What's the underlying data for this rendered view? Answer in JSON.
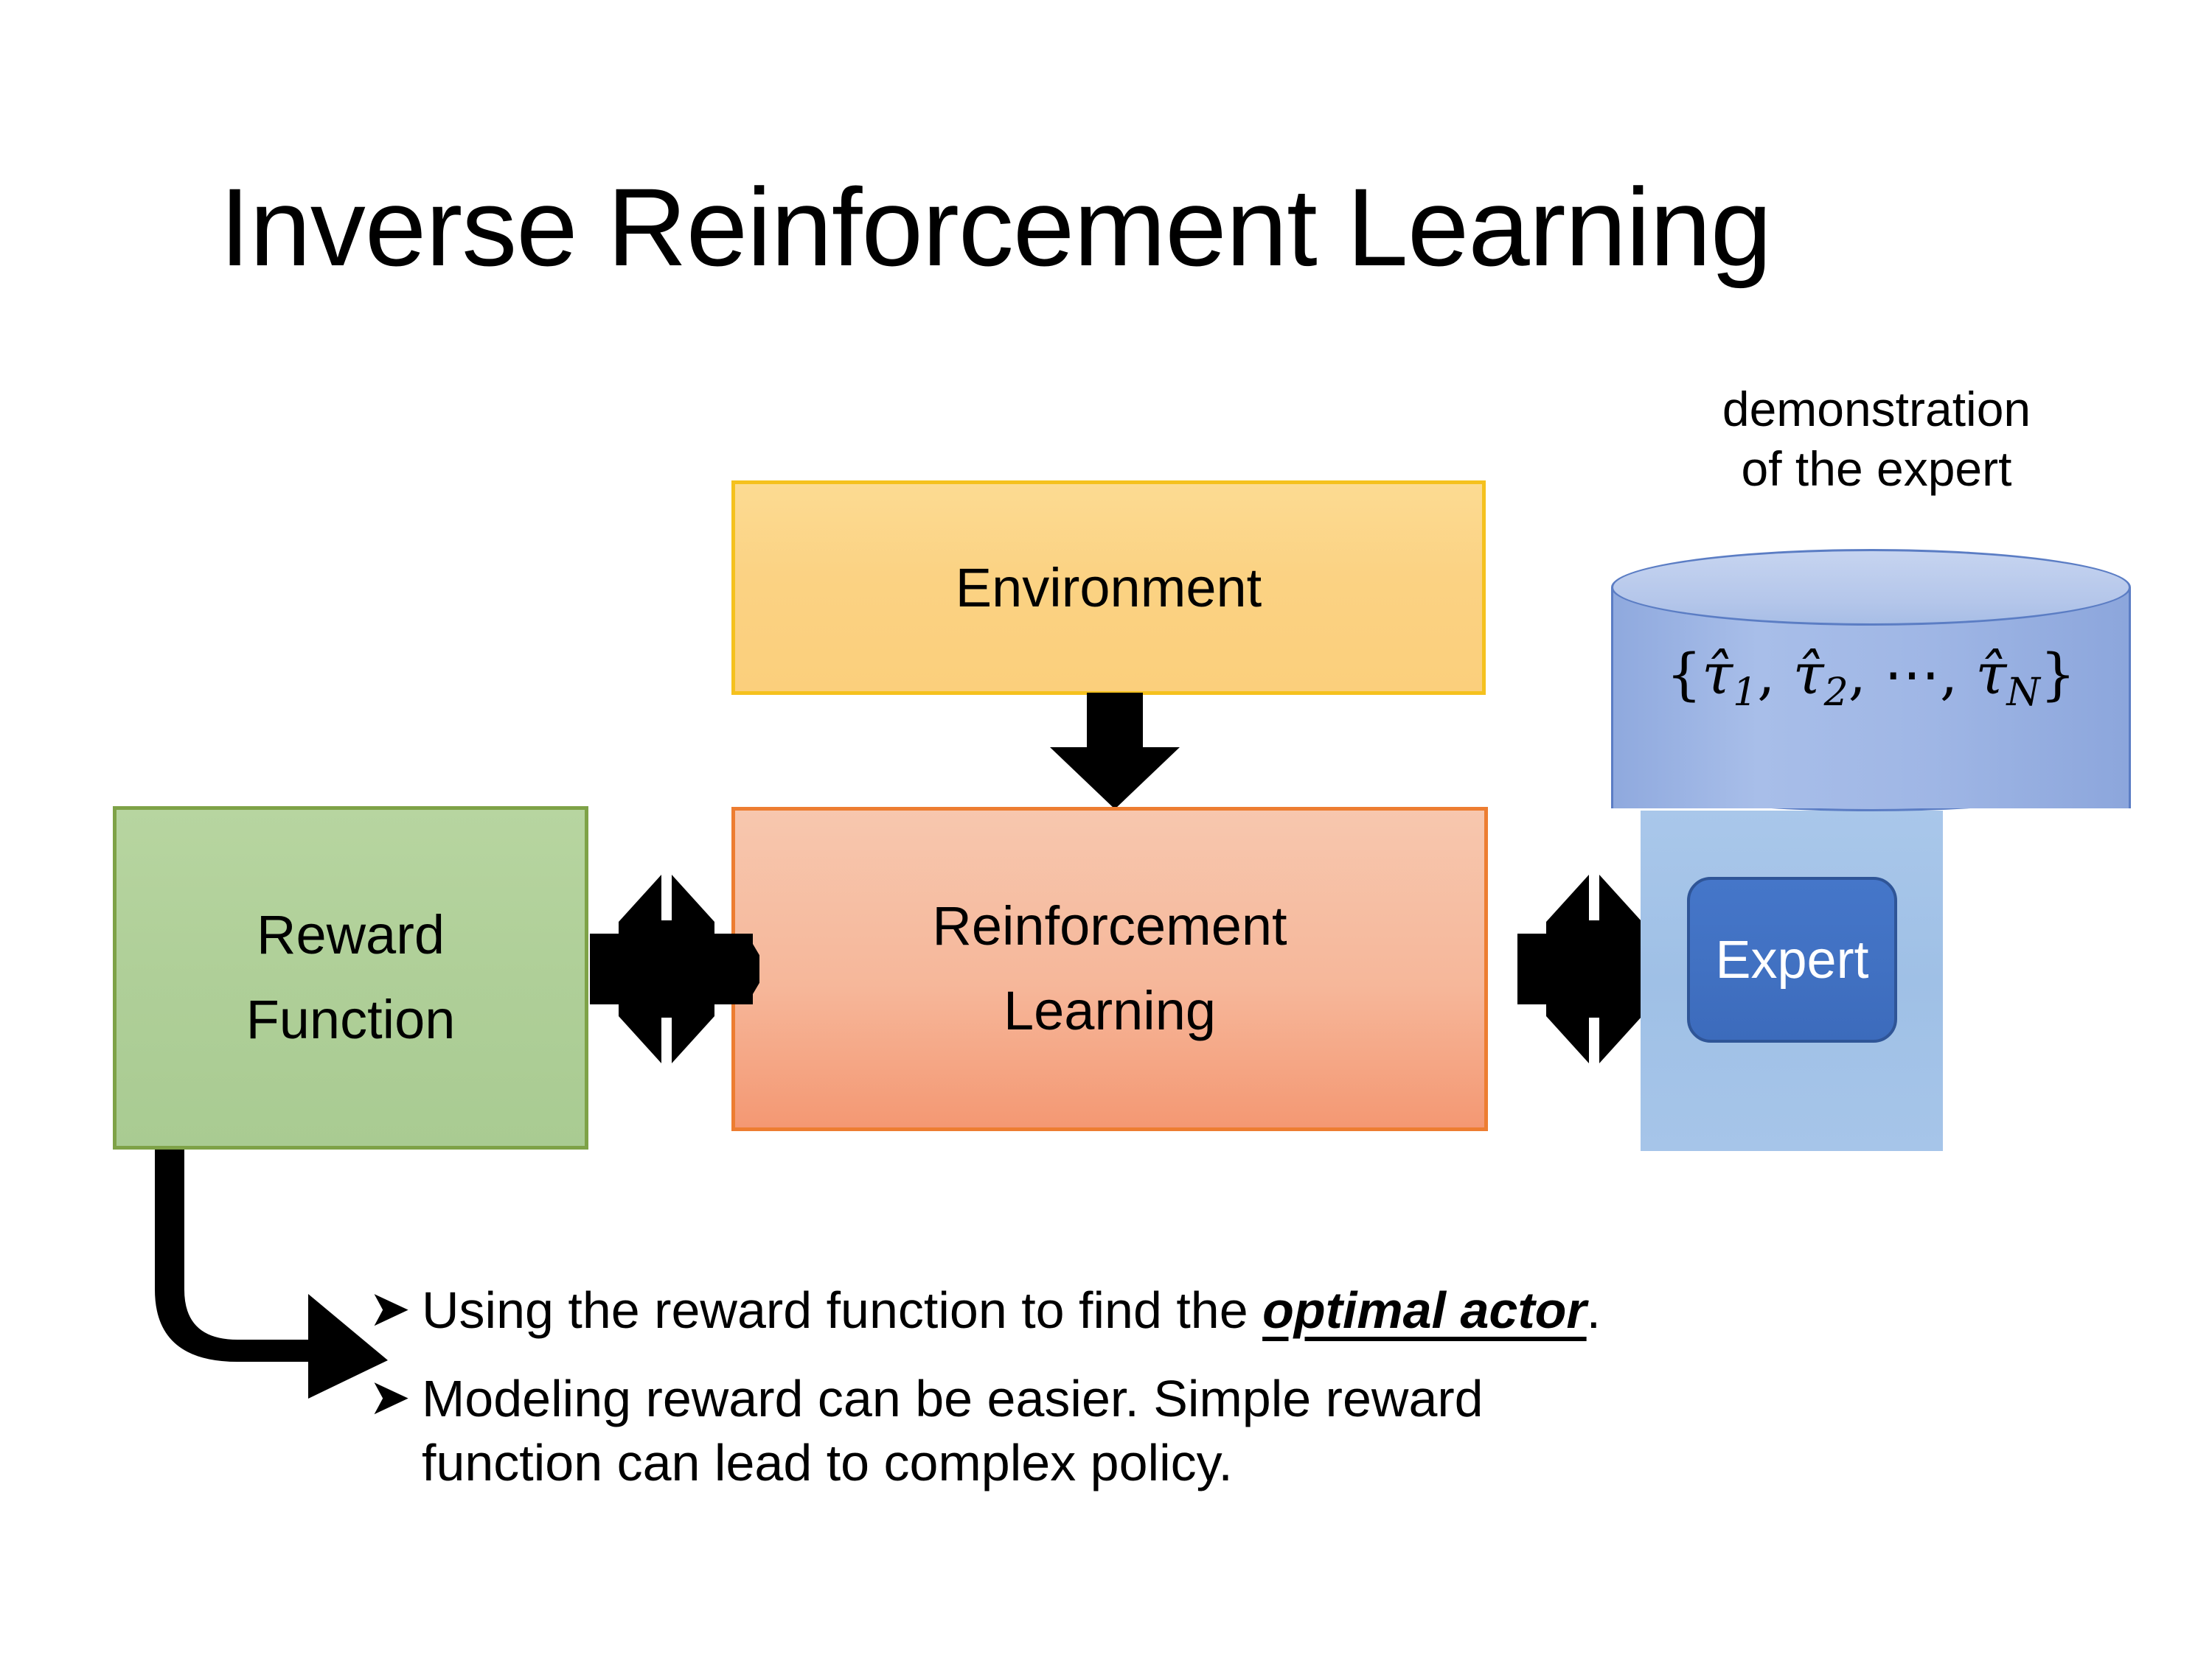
{
  "slide": {
    "title": "Inverse Reinforcement Learning",
    "background_color": "#FFFFFF"
  },
  "diagram": {
    "environment": {
      "label": "Environment",
      "fill_color": "#FBD283",
      "border_color": "#F5C11E"
    },
    "reinforcement_learning": {
      "label_line1": "Reinforcement",
      "label_line2": "Learning",
      "fill_color": "#F6B79A",
      "border_color": "#ED7D31"
    },
    "reward_function": {
      "label_line1": "Reward",
      "label_line2": "Function",
      "fill_color": "#AFCF98",
      "border_color": "#7EA247"
    },
    "expert_panel": {
      "caption_line1": "demonstration",
      "caption_line2": "of the expert",
      "panel_color": "#9FC0E6",
      "button_label": "Expert",
      "button_color": "#4171C2",
      "button_text_color": "#FFFFFF"
    },
    "trajectory_store": {
      "open_brace": "{",
      "tau_1": "τ̂",
      "sub_1": "1",
      "sep_1": ", ",
      "tau_2": "τ̂",
      "sub_2": "2",
      "sep_2": ", ⋯, ",
      "tau_n": "τ̂",
      "sub_n": "N",
      "close_brace": "}",
      "full_text": "{τ̂1, τ̂2, ⋯, τ̂N}",
      "cylinder_color": "#9FB6E5",
      "cylinder_border": "#5B7DC4"
    },
    "arrows": {
      "env_to_rl": "down-arrow",
      "reward_rl_bidirectional": "quad-arrow",
      "rl_expert_bidirectional": "quad-arrow",
      "reward_to_bullets": "bent-arrow",
      "color": "#000000"
    }
  },
  "bullets": [
    {
      "marker": "➤",
      "text_before": "Using the reward function to find the ",
      "emphasis": "optimal actor",
      "text_after": ".",
      "line2": ""
    },
    {
      "marker": "➤",
      "text_before": "Modeling reward can be easier. Simple reward",
      "emphasis": "",
      "text_after": "",
      "line2": "function can lead to complex policy."
    }
  ]
}
